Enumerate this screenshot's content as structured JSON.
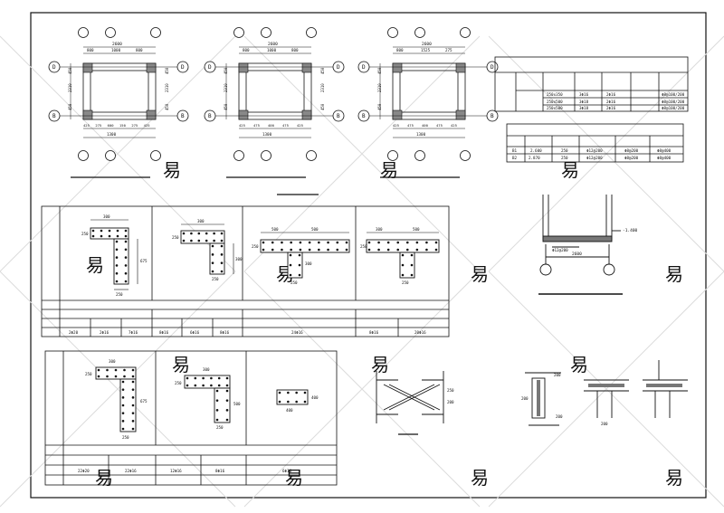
{
  "plans": [
    {
      "top_dim": "2600",
      "sub_dims": [
        "800",
        "1000",
        "800"
      ],
      "left_dims": [
        "450",
        "2310",
        "450"
      ],
      "right_dims": [
        "450",
        "2310",
        "450"
      ],
      "bottom_dims": [
        "425",
        "275",
        "600",
        "150",
        "275",
        "425"
      ],
      "bottom_total": "1300",
      "axis_top": "D",
      "axis_bottom": "B"
    },
    {
      "top_dim": "2600",
      "sub_dims": [
        "800",
        "1000",
        "800"
      ],
      "left_dims": [
        "450",
        "2310",
        "450"
      ],
      "right_dims": [
        "450",
        "2310",
        "450"
      ],
      "bottom_dims": [
        "425",
        "475",
        "400",
        "475",
        "425"
      ],
      "bottom_total": "1300",
      "axis_top": "D",
      "axis_bottom": "B"
    },
    {
      "top_dim": "2600",
      "sub_dims": [
        "800",
        "1525",
        "275"
      ],
      "left_dims": [
        "450",
        "2310",
        "450"
      ],
      "right_dims": [],
      "bottom_dims": [
        "425",
        "475",
        "400",
        "475",
        "425"
      ],
      "bottom_total": "1300",
      "axis_top": "D",
      "axis_bottom": "B"
    }
  ],
  "table_a": {
    "rows": [
      [
        "",
        "",
        "",
        "",
        "",
        ""
      ],
      [
        "",
        "",
        "250x350",
        "3Φ16",
        "2Φ16",
        "Φ8@100/200"
      ],
      [
        "",
        "",
        "250x500",
        "3Φ18",
        "2Φ16",
        "Φ8@100/200"
      ],
      [
        "",
        "",
        "250x500",
        "3Φ18",
        "2Φ16",
        "Φ8@100/200"
      ]
    ]
  },
  "table_b": {
    "rows": [
      [
        "",
        "",
        "",
        "",
        "",
        ""
      ],
      [
        "B1",
        "2.600",
        "250",
        "Φ12@200",
        "Φ8@200",
        "Φ8@400"
      ],
      [
        "B2",
        "2.870",
        "250",
        "Φ12@200",
        "Φ8@200",
        "Φ8@400"
      ]
    ]
  },
  "section_a": {
    "width": "2600",
    "level": "-1.400",
    "rebar": "Φ12@200"
  },
  "columns_top": {
    "cells": [
      {
        "dims": [
          "300",
          "250",
          "675",
          "250"
        ]
      },
      {
        "dims": [
          "300",
          "250",
          "250",
          "300"
        ]
      },
      {
        "dims": [
          "500",
          "500",
          "250",
          "250",
          "300"
        ]
      },
      {
        "dims": [
          "300",
          "500",
          "250",
          "250"
        ]
      }
    ],
    "rebar_row": [
      "2Φ20",
      "2Φ16",
      "7Φ16",
      "8Φ16",
      "6Φ16",
      "8Φ16",
      "24Φ16",
      "8Φ16",
      "20Φ16"
    ]
  },
  "columns_bottom": {
    "cells": [
      {
        "dims": [
          "300",
          "250",
          "675",
          "250"
        ]
      },
      {
        "dims": [
          "300",
          "250",
          "500",
          "250"
        ]
      },
      {
        "dims": [
          "400",
          "400"
        ]
      }
    ],
    "rebar_row": [
      "22Φ20",
      "22Φ16",
      "12Φ16",
      "8Φ16",
      "6Φ16"
    ]
  },
  "detail_stair": {
    "dims": [
      "250",
      "200"
    ]
  },
  "details_right": {
    "labels": [
      "200",
      "200",
      "200",
      "200"
    ]
  },
  "watermark": "易"
}
